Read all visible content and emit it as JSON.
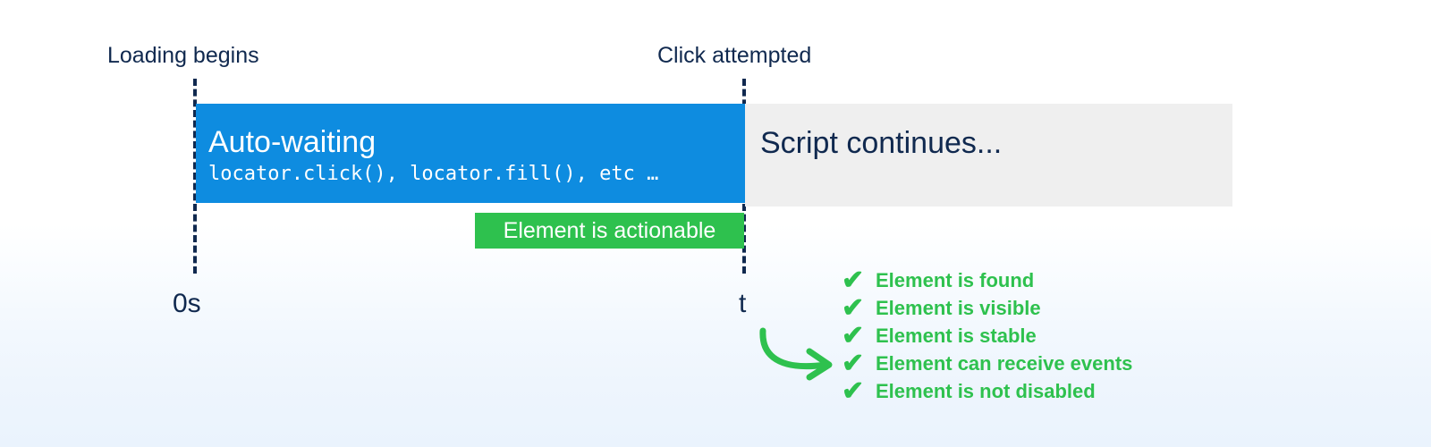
{
  "colors": {
    "accent_blue": "#0e8ce0",
    "accent_green": "#2ec14e",
    "navy_text": "#10294f",
    "neutral_gray": "#efefef",
    "background_top": "#ffffff",
    "background_bottom": "#eaf3fd"
  },
  "timeline": {
    "start_marker": {
      "caption": "Loading begins",
      "value": "0s"
    },
    "end_marker": {
      "caption": "Click attempted",
      "value": "t"
    }
  },
  "phases": {
    "waiting": {
      "title": "Auto-waiting",
      "subtitle": "locator.click(), locator.fill(), etc …"
    },
    "continues": {
      "title": "Script continues..."
    }
  },
  "badge": {
    "label": "Element is actionable"
  },
  "checklist": {
    "mark_glyph": "✔",
    "items": [
      {
        "label": "Element is found"
      },
      {
        "label": "Element is visible"
      },
      {
        "label": "Element is stable"
      },
      {
        "label": "Element can receive events"
      },
      {
        "label": "Element is not disabled"
      }
    ]
  }
}
